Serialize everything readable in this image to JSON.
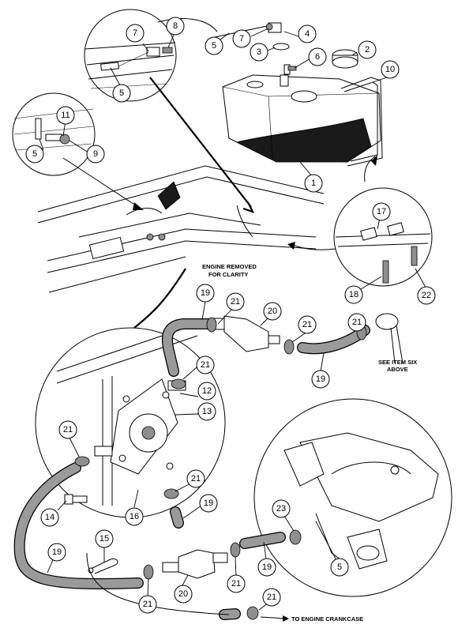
{
  "callouts": [
    {
      "id": "c7a",
      "label": "7"
    },
    {
      "id": "c8",
      "label": "8"
    },
    {
      "id": "c5a",
      "label": "5"
    },
    {
      "id": "c5b",
      "label": "5"
    },
    {
      "id": "c7b",
      "label": "7"
    },
    {
      "id": "c4",
      "label": "4"
    },
    {
      "id": "c3",
      "label": "3"
    },
    {
      "id": "c6",
      "label": "6"
    },
    {
      "id": "c2",
      "label": "2"
    },
    {
      "id": "c10",
      "label": "10"
    },
    {
      "id": "c11",
      "label": "11"
    },
    {
      "id": "c9",
      "label": "9"
    },
    {
      "id": "c5c",
      "label": "5"
    },
    {
      "id": "c1",
      "label": "1"
    },
    {
      "id": "c17",
      "label": "17"
    },
    {
      "id": "c18",
      "label": "18"
    },
    {
      "id": "c22",
      "label": "22"
    },
    {
      "id": "c19a",
      "label": "19"
    },
    {
      "id": "c21a",
      "label": "21"
    },
    {
      "id": "c20a",
      "label": "20"
    },
    {
      "id": "c21b",
      "label": "21"
    },
    {
      "id": "c21c",
      "label": "21"
    },
    {
      "id": "c19b",
      "label": "19"
    },
    {
      "id": "c21d",
      "label": "21"
    },
    {
      "id": "c12",
      "label": "12"
    },
    {
      "id": "c13",
      "label": "13"
    },
    {
      "id": "c21e",
      "label": "21"
    },
    {
      "id": "c14",
      "label": "14"
    },
    {
      "id": "c16",
      "label": "16"
    },
    {
      "id": "c21f",
      "label": "21"
    },
    {
      "id": "c19c",
      "label": "19"
    },
    {
      "id": "c15",
      "label": "15"
    },
    {
      "id": "c19d",
      "label": "19"
    },
    {
      "id": "c21g",
      "label": "21"
    },
    {
      "id": "c20b",
      "label": "20"
    },
    {
      "id": "c21h",
      "label": "21"
    },
    {
      "id": "c19e",
      "label": "19"
    },
    {
      "id": "c23",
      "label": "23"
    },
    {
      "id": "c5d",
      "label": "5"
    },
    {
      "id": "c21i",
      "label": "21"
    }
  ],
  "notes": {
    "engine_removed_line1": "ENGINE REMOVED",
    "engine_removed_line2": "FOR CLARITY",
    "see_item_line1": "SEE ITEM SIX",
    "see_item_line2": "ABOVE",
    "crankcase": "TO ENGINE CRANKCASE"
  }
}
